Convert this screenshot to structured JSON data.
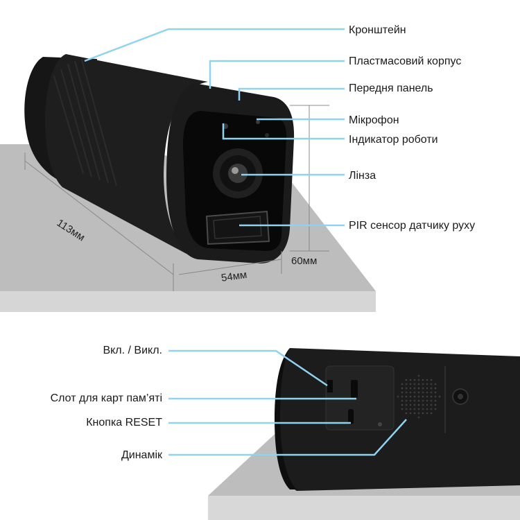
{
  "colors": {
    "leader": "#8fd3f0",
    "platform": "#bdbdbd",
    "platform_edge": "#d8d8d8",
    "device": "#1b1b1b",
    "face": "#0b0b0b",
    "text": "#1a1a1a"
  },
  "top_callouts": [
    {
      "text": "Кронштейн"
    },
    {
      "text": "Пластмасовий корпус"
    },
    {
      "text": "Передня панель"
    },
    {
      "text": "Мікрофон"
    },
    {
      "text": "Індикатор роботи"
    },
    {
      "text": "Лінза"
    },
    {
      "text": "PIR сенсор датчику руху"
    }
  ],
  "bottom_callouts": [
    {
      "text": "Вкл. / Викл."
    },
    {
      "text": "Слот для карт пам’яті"
    },
    {
      "text": "Кнопка RESET"
    },
    {
      "text": "Динамік"
    }
  ],
  "dimensions": {
    "length": "113мм",
    "width": "54мм",
    "height": "60мм"
  },
  "icons": [
    "camera-body",
    "camera-lens",
    "microphone-hole",
    "status-led",
    "pir-sensor-window",
    "speaker-grille",
    "power-switch",
    "sd-card-slot",
    "reset-button",
    "mount-socket"
  ]
}
